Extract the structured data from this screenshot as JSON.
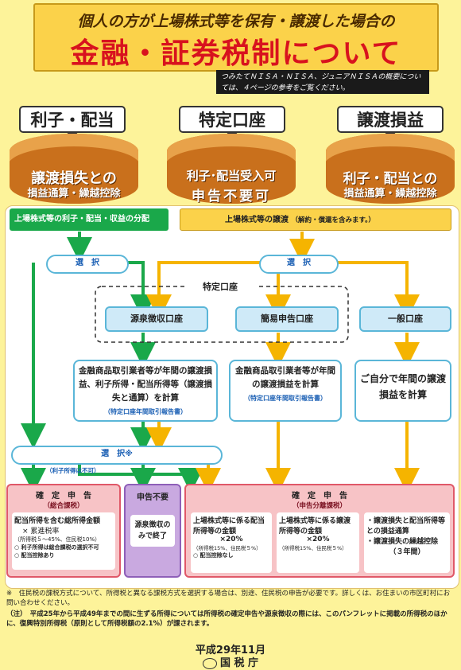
{
  "header": {
    "line1": "個人の方が上場株式等を保有・譲渡した場合の",
    "line2": "金融・証券税制について"
  },
  "note": "つみたてＮＩＳＡ・ＮＩＳＡ、ジュニアＮＩＳＡの概要については、４ページの参考をご覧ください。",
  "tags": [
    {
      "label": "利子・配当",
      "log_line1": "譲渡損失との",
      "log_line2": "損益通算・繰越控除"
    },
    {
      "label": "特定口座",
      "log_line1": "利子･配当受入可",
      "log_line2": "申告不要可"
    },
    {
      "label": "譲渡損益",
      "log_line1": "利子・配当との",
      "log_line2": "損益通算・繰越控除"
    }
  ],
  "flow": {
    "bar_left": "上場株式等の利子・配当・収益の分配",
    "bar_right": "上場株式等の譲渡",
    "bar_right_sub": "（解約・償還を含みます。）",
    "select1": "選　択",
    "select2": "選　択",
    "tokutei": "特定口座",
    "acct1": "源泉徴収口座",
    "acct2": "簡易申告口座",
    "acct3": "一般口座",
    "calc1": "金融商品取引業者等が年間の譲渡損益、利子所得・配当所得等（譲渡損失と通算）を計算",
    "calc1_sub": "（特定口座年間取引報告書）",
    "calc2": "金融商品取引業者等が年間の譲渡損益を計算",
    "calc2_sub": "（特定口座年間取引報告書）",
    "calc3": "ご自分で年間の譲渡損益を計算",
    "select3": "選　択※",
    "select3_sub": "（利子所得は不可）",
    "kakutei1_title": "確　定　申　告",
    "kakutei1_sub": "（総合課税）",
    "kakutei1_body1": "配当所得を含む総所得金額",
    "kakutei1_body2": "× 累進税率",
    "kakutei1_body3": "（所得税５～45%、住民税10%）",
    "kakutei1_body4": "○ 利子所得は総合課税の選択不可",
    "kakutei1_body5": "○ 配当控除あり",
    "fuyo_title": "申告不要",
    "fuyo_body": "源泉徴収のみで終了",
    "kakutei2_title": "確　定　申　告",
    "kakutei2_sub": "（申告分離課税）",
    "k2a_1": "上場株式等に係る配当所得等の金額",
    "k2a_2": "×20%",
    "k2a_3": "（所得税15%、住民税５%）",
    "k2a_4": "○ 配当控除なし",
    "k2b_1": "上場株式等に係る譲渡所得等の金額",
    "k2b_2": "×20%",
    "k2b_3": "（所得税15%、住民税５%）",
    "k2c_1": "・譲渡損失と配当所得等との損益通算",
    "k2c_2": "・譲渡損失の繰越控除",
    "k2c_3": "（３年間）"
  },
  "footnotes": {
    "n1": "※　住民税の課税方式について、所得税と異なる課税方式を選択する場合は、別途、住民税の申告が必要です。詳しくは、お住まいの市区町村にお問い合わせください。",
    "n2": "（注）　平成25年から平成49年までの間に生ずる所得については所得税の確定申告や源泉徴収の際には、このパンフレットに掲載の所得税のほかに、復興特別所得税（原則として所得税額の2.1%）が課されます。"
  },
  "date": "平成29年11月",
  "agency": "国 税 庁",
  "colors": {
    "green": "#1aa84a",
    "yellow": "#f5b400",
    "blue": "#5ab6d8",
    "red": "#d8121e"
  }
}
